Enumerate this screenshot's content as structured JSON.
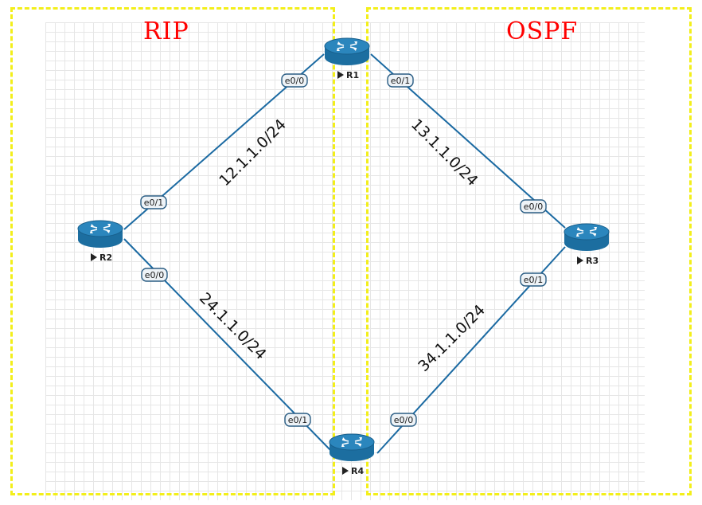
{
  "colors": {
    "zone_border": "#f3ef1a",
    "zone_label": "#ff0000",
    "link": "#1b6aa2",
    "router_body": "#1c6ea0",
    "router_top": "#2b86bd",
    "port_border": "#2a5d84"
  },
  "zones": [
    {
      "id": "rip",
      "label": "RIP"
    },
    {
      "id": "ospf",
      "label": "OSPF"
    }
  ],
  "routers": [
    {
      "name": "R1",
      "icon": "router-icon"
    },
    {
      "name": "R2",
      "icon": "router-icon"
    },
    {
      "name": "R3",
      "icon": "router-icon"
    },
    {
      "name": "R4",
      "icon": "router-icon"
    }
  ],
  "links": [
    {
      "a": "R1",
      "a_port": "e0/0",
      "b": "R2",
      "b_port": "e0/1",
      "subnet": "12.1.1.0/24"
    },
    {
      "a": "R1",
      "a_port": "e0/1",
      "b": "R3",
      "b_port": "e0/0",
      "subnet": "13.1.1.0/24"
    },
    {
      "a": "R2",
      "a_port": "e0/0",
      "b": "R4",
      "b_port": "e0/1",
      "subnet": "24.1.1.0/24"
    },
    {
      "a": "R4",
      "a_port": "e0/0",
      "b": "R3",
      "b_port": "e0/1",
      "subnet": "34.1.1.0/24"
    }
  ]
}
